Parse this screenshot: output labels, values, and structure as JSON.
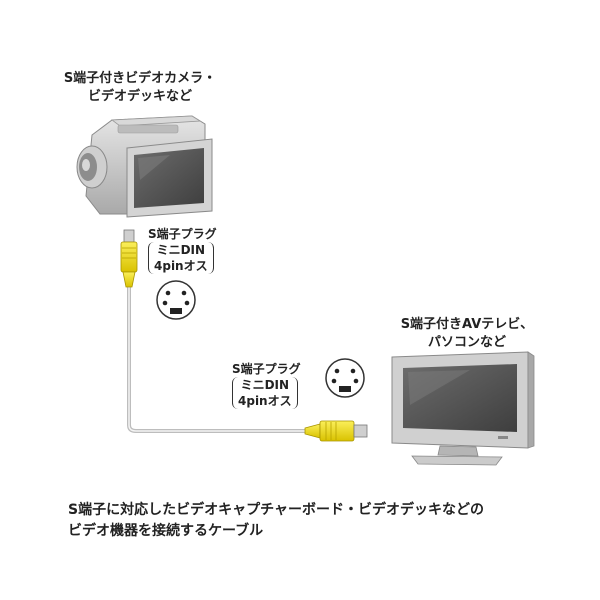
{
  "camera_label": {
    "line1": "S端子付きビデオカメラ・",
    "line2": "ビデオデッキなど"
  },
  "tv_label": {
    "line1": "S端子付きAVテレビ、",
    "line2": "パソコンなど"
  },
  "plug_spec_top": {
    "name": "S端子プラグ",
    "detail1": "ミニDIN",
    "detail2": "4pinオス"
  },
  "plug_spec_bottom": {
    "name": "S端子プラグ",
    "detail1": "ミニDIN",
    "detail2": "4pinオス"
  },
  "caption": {
    "line1": "S端子に対応したビデオキャプチャーボード・ビデオデッキなどの",
    "line2": "ビデオ機器を接続するケーブル"
  },
  "colors": {
    "plug_yellow": "#f2de1e",
    "device_gray": "#c4c4c4",
    "screen_dark": "#555555",
    "cable": "#bbbbbb"
  },
  "icons": [
    "video-camera-icon",
    "tv-monitor-icon",
    "s-video-plug-icon",
    "mini-din-4pin-face-icon"
  ]
}
